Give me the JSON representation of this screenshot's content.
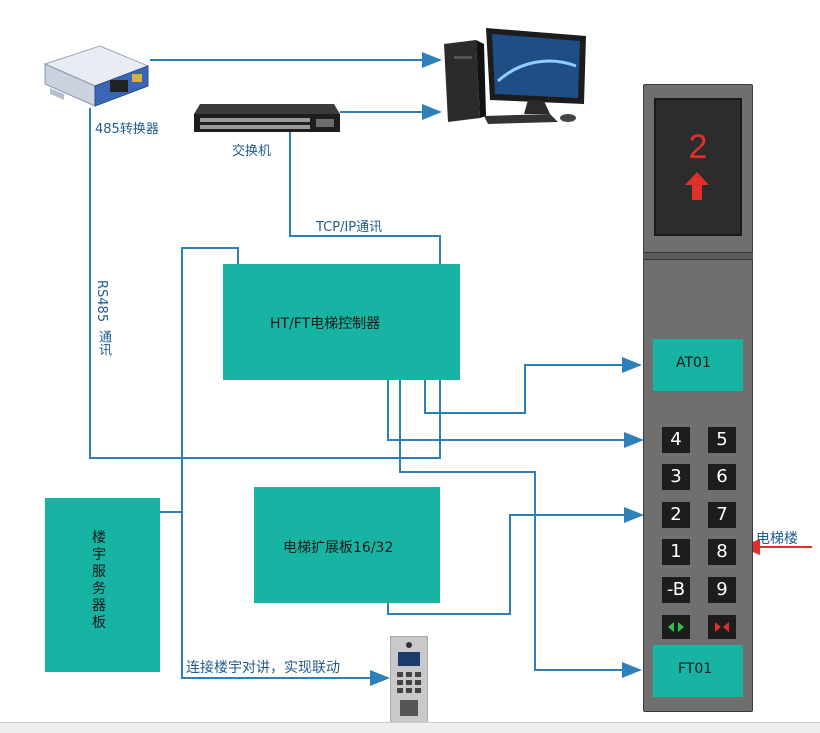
{
  "devices": {
    "converter_label": "485转换器",
    "switch_label": "交换机"
  },
  "connections": {
    "tcp_label": "TCP/IP通讯",
    "rs485_label": "RS485",
    "rs485_label_2": "通讯",
    "intercom_label": "连接楼宇对讲，实现联动"
  },
  "boxes": {
    "controller": "HT/FT电梯控制器",
    "expansion": "电梯扩展板16/32",
    "server_board": "楼宇服务器板"
  },
  "elevator": {
    "display_floor": "2",
    "display_arrow": "up",
    "top_button": "AT01",
    "bottom_button": "FT01",
    "keys": [
      "4",
      "5",
      "3",
      "6",
      "2",
      "7",
      "1",
      "8",
      "-B",
      "9"
    ],
    "side_label": "电梯楼"
  },
  "colors": {
    "teal": "#17b4a3",
    "wire": "#2f7fb8",
    "panel": "#6f6f6f",
    "display_red": "#e0302a",
    "side_arrow": "#e0302a"
  }
}
